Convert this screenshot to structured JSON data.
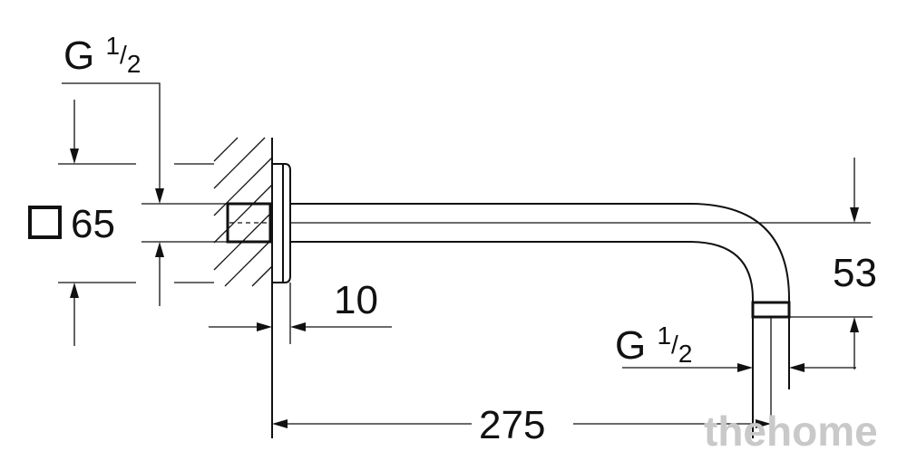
{
  "labels": {
    "thread_top_main": "G ",
    "thread_top_num": "1",
    "thread_top_sep": "/",
    "thread_top_den": "2",
    "square_size": "65",
    "wall_offset": "10",
    "outlet_drop": "53",
    "thread_bottom_main": "G ",
    "thread_bottom_num": "1",
    "thread_bottom_sep": "/",
    "thread_bottom_den": "2",
    "projection": "275"
  },
  "watermark": "thehome",
  "colors": {
    "line": "#111111",
    "watermark": "#c9c9c9",
    "background": "#ffffff"
  }
}
